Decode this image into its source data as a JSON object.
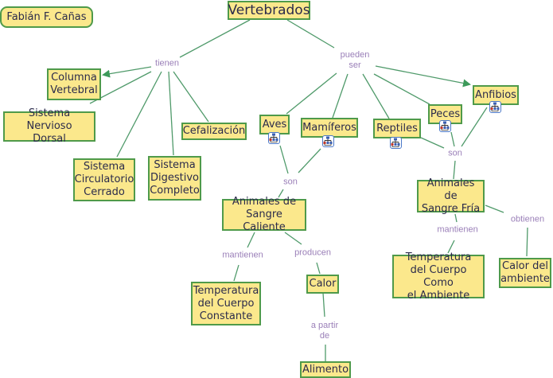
{
  "author": "Fabián F. Cañas",
  "colors": {
    "concept_fill": "#fbe88c",
    "concept_border": "#4f9a4a",
    "link_line": "#4f9a6a",
    "linking_phrase": "#9a7fb8",
    "concept_text": "#2b2b4b"
  },
  "concepts": {
    "vertebrados": "Vertebrados",
    "columna": "Columna\nVertebral",
    "nervioso": "Sistema Nervioso\nDorsal",
    "circulatorio": "Sistema\nCirculatorio\nCerrado",
    "digestivo": "Sistema\nDigestivo\nCompleto",
    "cefalizacion": "Cefalización",
    "aves": "Aves",
    "mamiferos": "Mamíferos",
    "reptiles": "Reptiles",
    "peces": "Peces",
    "anfibios": "Anfibios",
    "caliente": "Animales de\nSangre Caliente",
    "fria": "Animales de\nSangre Fría",
    "temp_constante": "Temperatura\ndel Cuerpo\nConstante",
    "calor": "Calor",
    "alimento": "Alimento",
    "temp_ambiente": "Temperatura\ndel Cuerpo Como\nel Ambiente",
    "calor_ambiente": "Calor del\nambiente"
  },
  "phrases": {
    "tienen": "tienen",
    "pueden_ser": "pueden\nser",
    "son_caliente": "son",
    "son_fria": "son",
    "mantienen_caliente": "mantienen",
    "producen": "producen",
    "a_partir_de": "a partir\nde",
    "mantienen_fria": "mantienen",
    "obtienen": "obtienen"
  },
  "submap_icons": [
    "aves",
    "mamiferos",
    "reptiles",
    "peces",
    "anfibios"
  ]
}
